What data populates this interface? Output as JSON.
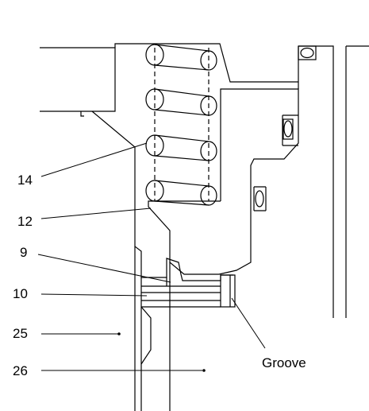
{
  "labels": {
    "l14": "14",
    "l12": "12",
    "l9": "9",
    "l10": "10",
    "l25": "25",
    "l26": "26",
    "groove": "Groove"
  },
  "colors": {
    "line": "#000000",
    "background": "#ffffff"
  }
}
